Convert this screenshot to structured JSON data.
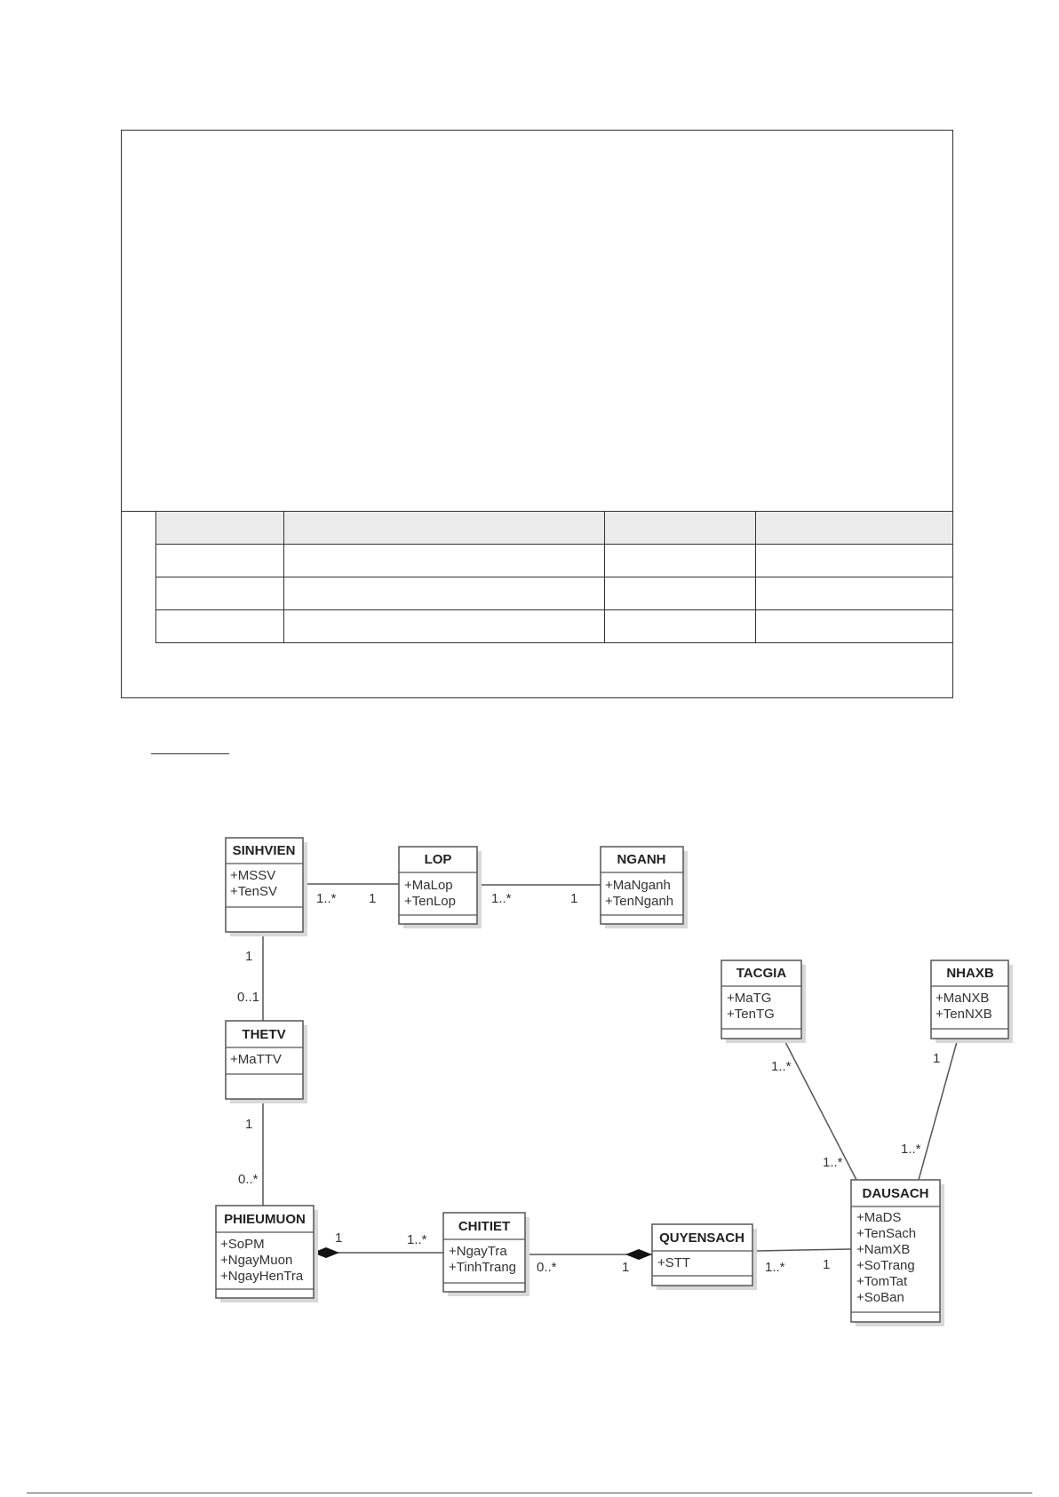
{
  "classes": {
    "sinhvien": {
      "name": "SINHVIEN",
      "attrs": [
        "+MSSV",
        "+TenSV"
      ]
    },
    "lop": {
      "name": "LOP",
      "attrs": [
        "+MaLop",
        "+TenLop"
      ]
    },
    "nganh": {
      "name": "NGANH",
      "attrs": [
        "+MaNganh",
        "+TenNganh"
      ]
    },
    "thetv": {
      "name": "THETV",
      "attrs": [
        "+MaTTV"
      ]
    },
    "tacgia": {
      "name": "TACGIA",
      "attrs": [
        "+MaTG",
        "+TenTG"
      ]
    },
    "nhaxb": {
      "name": "NHAXB",
      "attrs": [
        "+MaNXB",
        "+TenNXB"
      ]
    },
    "phieumuon": {
      "name": "PHIEUMUON",
      "attrs": [
        "+SoPM",
        "+NgayMuon",
        "+NgayHenTra"
      ]
    },
    "chitiet": {
      "name": "CHITIET",
      "attrs": [
        "+NgayTra",
        "+TinhTrang"
      ]
    },
    "quyensach": {
      "name": "QUYENSACH",
      "attrs": [
        "+STT"
      ]
    },
    "dausach": {
      "name": "DAUSACH",
      "attrs": [
        "+MaDS",
        "+TenSach",
        "+NamXB",
        "+SoTrang",
        "+TomTat",
        "+SoBan"
      ]
    }
  },
  "associations": {
    "sinhvien_lop": {
      "a": "1..*",
      "b": "1"
    },
    "lop_nganh": {
      "a": "1..*",
      "b": "1"
    },
    "sinhvien_thetv": {
      "a": "1",
      "b": "0..1"
    },
    "thetv_phieumuon": {
      "a": "1",
      "b": "0..*"
    },
    "phieumuon_chitiet": {
      "a": "1",
      "b": "1..*"
    },
    "chitiet_quyensach": {
      "a": "0..*",
      "b": "1"
    },
    "quyensach_dausach": {
      "a": "1..*",
      "b": "1"
    },
    "tacgia_dausach": {
      "a": "1..*",
      "b": "1..*"
    },
    "nhaxb_dausach": {
      "a": "1",
      "b": "1..*"
    }
  }
}
